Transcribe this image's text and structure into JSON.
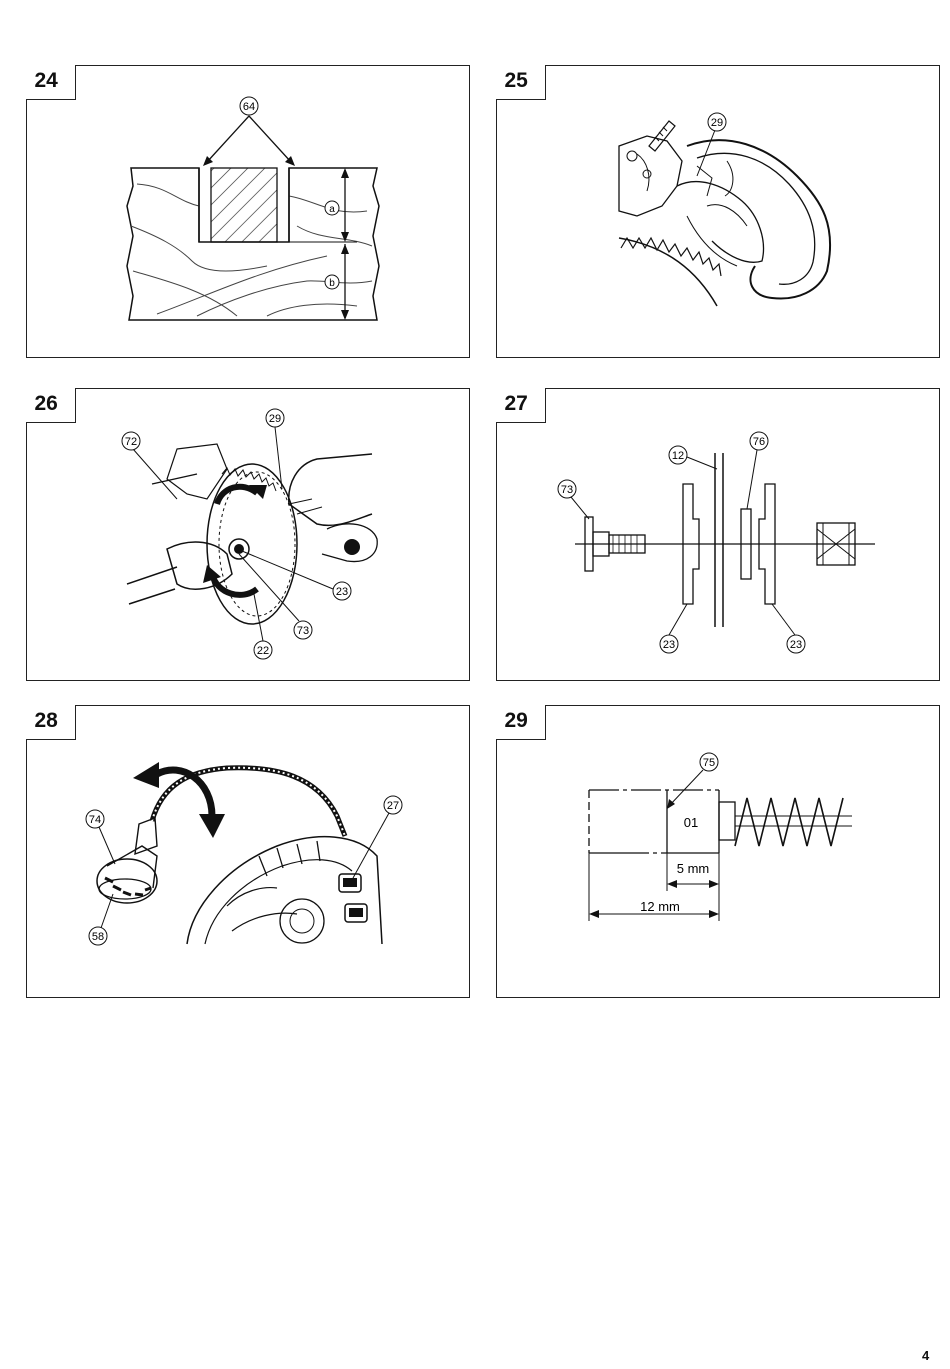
{
  "figures": [
    {
      "id": "p24",
      "number": "24",
      "labels": {
        "part": "64",
        "dim_a": "a",
        "dim_b": "b"
      }
    },
    {
      "id": "p25",
      "number": "25",
      "labels": {
        "part": "29"
      }
    },
    {
      "id": "p26",
      "number": "26",
      "labels": {
        "p72": "72",
        "p29": "29",
        "p23": "23",
        "p73": "73",
        "p22": "22"
      }
    },
    {
      "id": "p27",
      "number": "27",
      "labels": {
        "p12": "12",
        "p76": "76",
        "p73": "73",
        "p23a": "23",
        "p23b": "23"
      }
    },
    {
      "id": "p28",
      "number": "28",
      "labels": {
        "p74": "74",
        "p27": "27",
        "p58": "58"
      }
    },
    {
      "id": "p29",
      "number": "29",
      "labels": {
        "p75": "75",
        "brush_code": "01",
        "dim_5": "5 mm",
        "dim_12": "12 mm"
      }
    }
  ],
  "page_number": "4"
}
